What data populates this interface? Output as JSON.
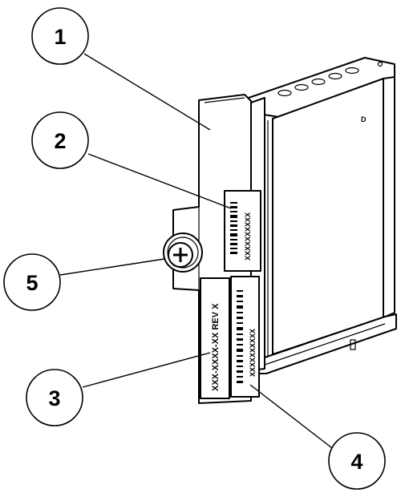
{
  "callouts": [
    {
      "id": "1",
      "label": "1"
    },
    {
      "id": "2",
      "label": "2"
    },
    {
      "id": "3",
      "label": "3"
    },
    {
      "id": "4",
      "label": "4"
    },
    {
      "id": "5",
      "label": "5"
    }
  ],
  "labels": {
    "part_number": "XXX-XXXX-XX  REV X",
    "serial_top": "XXXXXXXXXX",
    "serial_bottom": "XXXXXXXXXX",
    "side_mark": "D"
  },
  "colors": {
    "line": "#000000",
    "background": "#ffffff"
  },
  "icons": {
    "screw": "captive-screw-icon"
  }
}
